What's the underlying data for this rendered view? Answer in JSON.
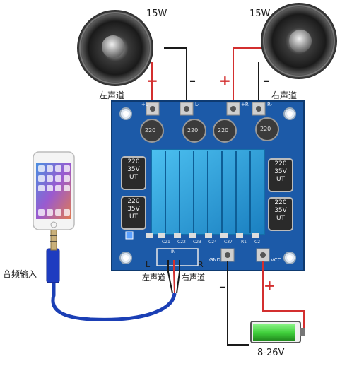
{
  "speakers": {
    "left": {
      "power": "15W",
      "channel": "左声道"
    },
    "right": {
      "power": "15W",
      "channel": "右声道"
    }
  },
  "polarity": {
    "plus": "+",
    "minus": "–"
  },
  "board": {
    "terminal_labels": [
      "+L",
      "L-",
      "+R",
      "R-"
    ],
    "capacitor_small": [
      "220",
      "220",
      "220",
      "220"
    ],
    "capacitor_large_left": [
      {
        "line1": "220",
        "line2": "35V",
        "line3": "UT"
      },
      {
        "line1": "220",
        "line2": "35V",
        "line3": "UT"
      }
    ],
    "capacitor_large_right": [
      {
        "line1": "220",
        "line2": "35V",
        "line3": "UT"
      },
      {
        "line1": "220",
        "line2": "35V",
        "line3": "UT"
      }
    ],
    "silk_labels": [
      "C21",
      "C22",
      "C23",
      "C24",
      "C37",
      "R1",
      "C2"
    ],
    "power_labels": {
      "gnd": "GND",
      "vcc": "VCC"
    },
    "input_labels": {
      "l": "L",
      "r": "R",
      "in": "IN"
    },
    "input_channels": {
      "left": "左声道",
      "right": "右声道"
    }
  },
  "audio_input_label": "音频输入",
  "battery_label": "8-26V",
  "colors": {
    "board": "#1c5aa8",
    "board_dark": "#123f7c",
    "heatsink": "#2aa3e0",
    "wire_red": "#d32f2f",
    "wire_black": "#1a1a1a",
    "cable": "#1b3fb5",
    "battery_green": "#3fcf3a"
  }
}
